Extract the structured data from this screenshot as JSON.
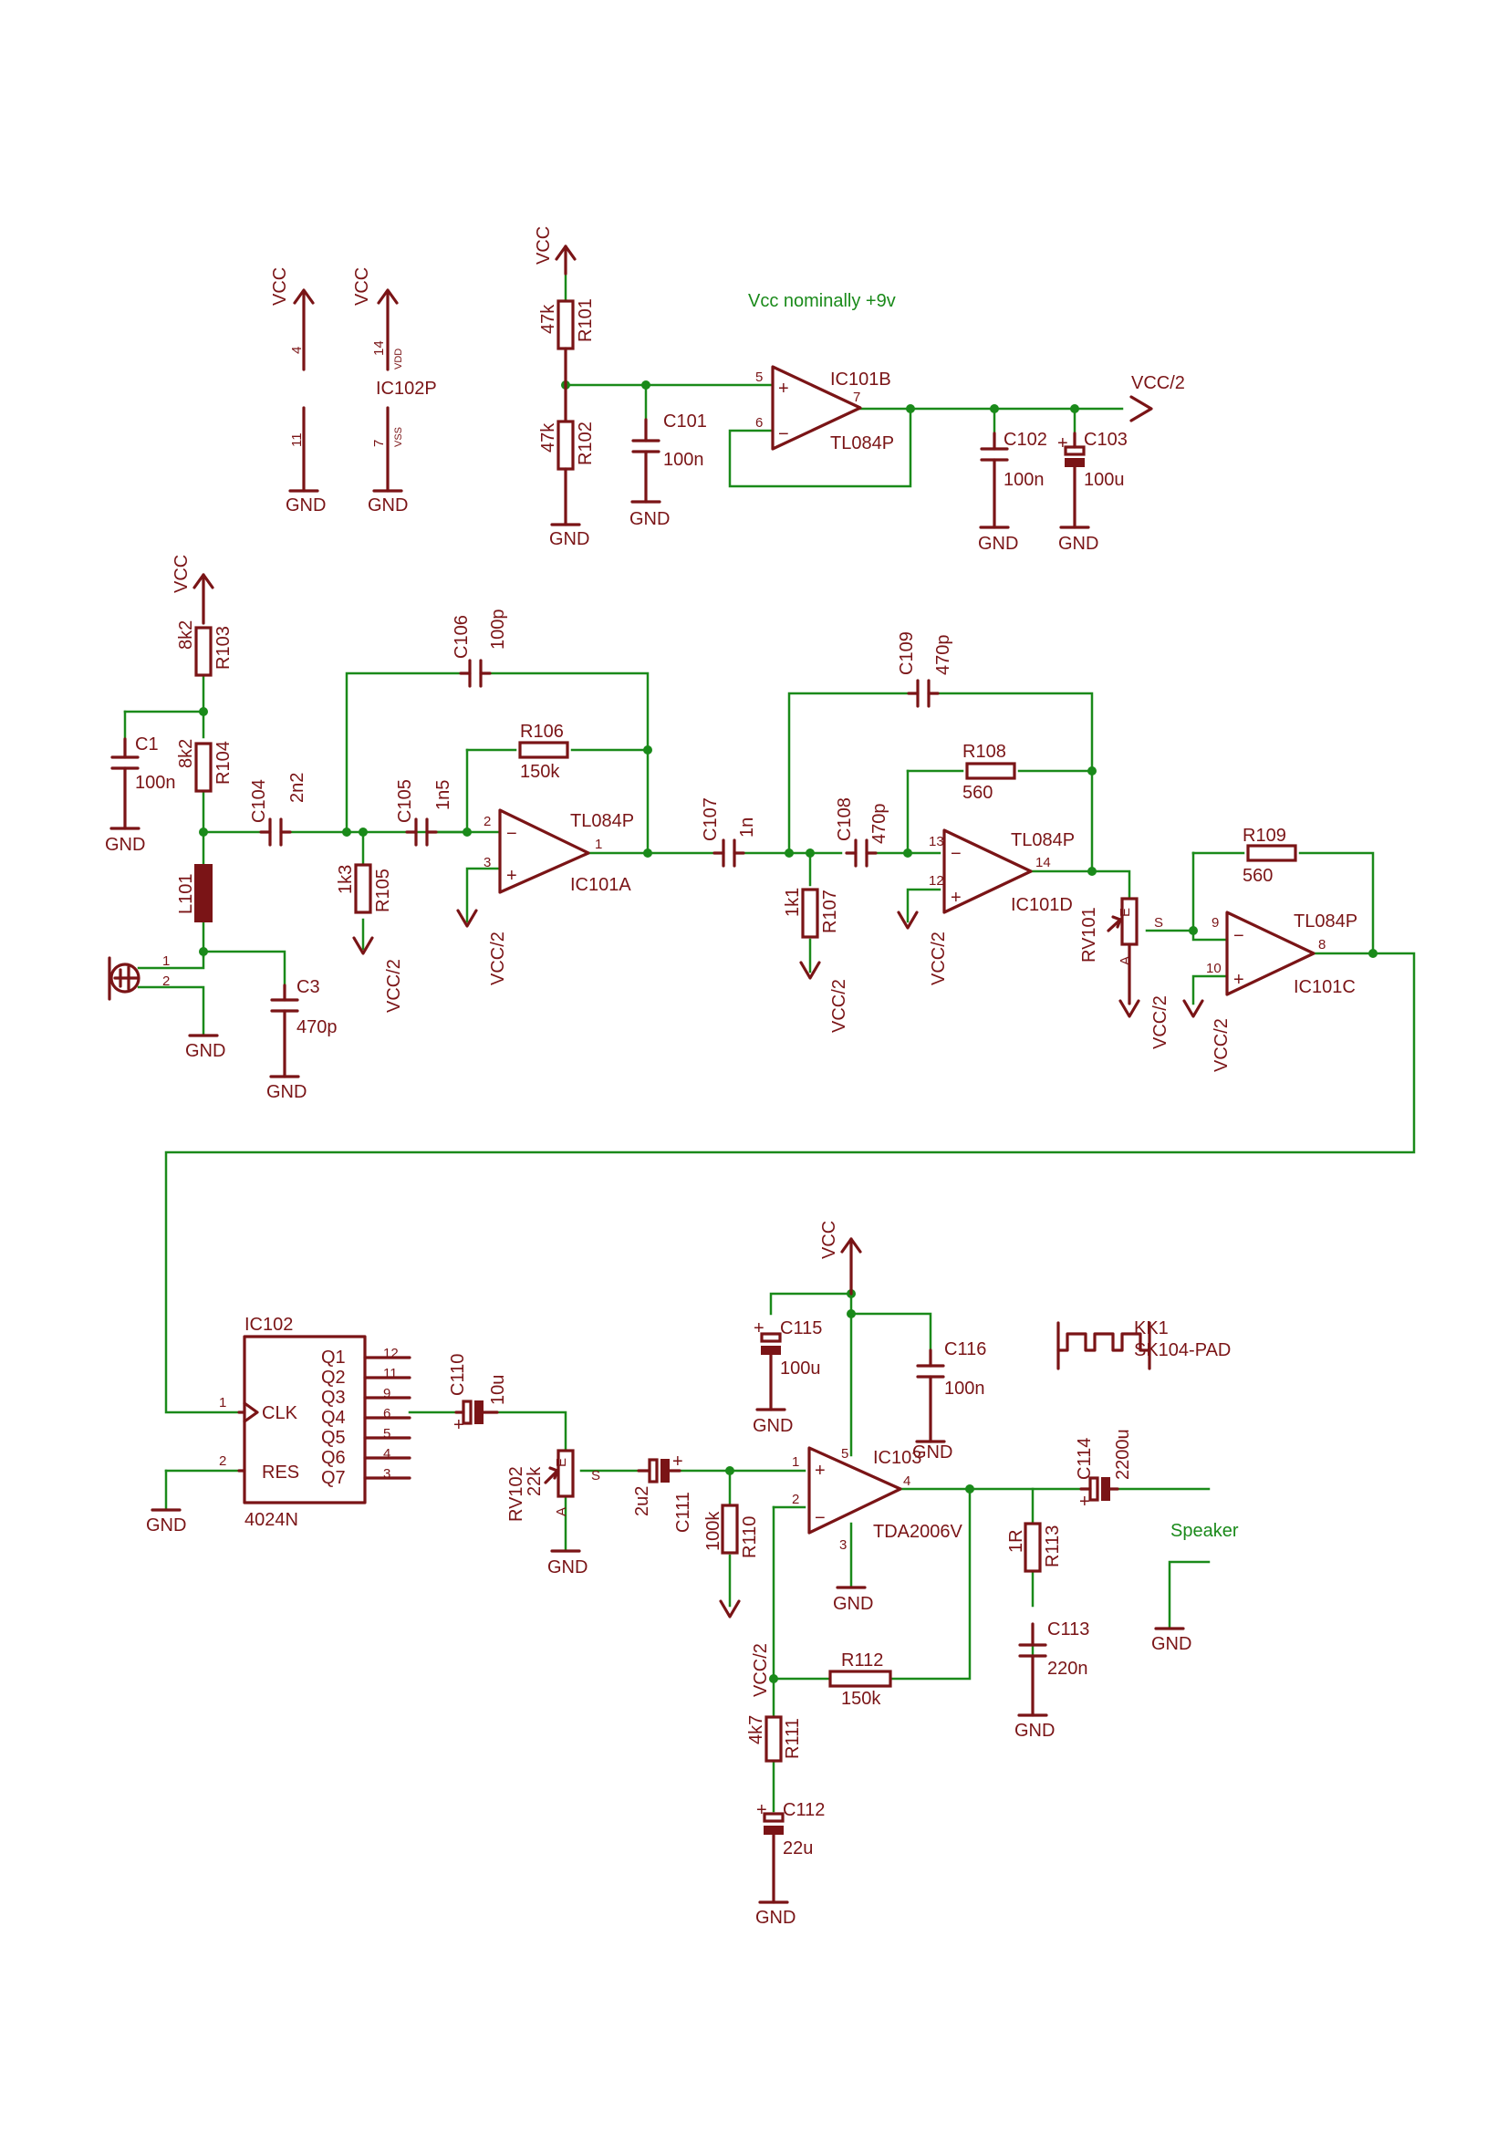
{
  "notes": {
    "vcc": "Vcc nominally +9v",
    "speaker": "Speaker"
  },
  "net": {
    "vcc": "VCC",
    "gnd": "GND",
    "half": "VCC/2",
    "vdd": "VDD",
    "vss": "VSS"
  },
  "ic102p": {
    "name": "IC102P",
    "p4": "4",
    "p11": "11",
    "p14": "14",
    "p7": "7"
  },
  "ic101b": {
    "name": "IC101B",
    "part": "TL084P",
    "p5": "5",
    "p6": "6",
    "p7": "7"
  },
  "ic101a": {
    "name": "IC101A",
    "part": "TL084P",
    "p2": "2",
    "p3": "3",
    "p1": "1"
  },
  "ic101d": {
    "name": "IC101D",
    "part": "TL084P",
    "p13": "13",
    "p12": "12",
    "p14": "14"
  },
  "ic101c": {
    "name": "IC101C",
    "part": "TL084P",
    "p9": "9",
    "p10": "10",
    "p8": "8"
  },
  "ic103": {
    "name": "IC103",
    "part": "TDA2006V",
    "p1": "1",
    "p2": "2",
    "p3": "3",
    "p4": "4",
    "p5": "5"
  },
  "ic102": {
    "name": "IC102",
    "part": "4024N",
    "clk": "CLK",
    "res": "RES",
    "p1": "1",
    "p2": "2",
    "outs": [
      {
        "q": "Q1",
        "p": "12"
      },
      {
        "q": "Q2",
        "p": "11"
      },
      {
        "q": "Q3",
        "p": "9"
      },
      {
        "q": "Q4",
        "p": "6"
      },
      {
        "q": "Q5",
        "p": "5"
      },
      {
        "q": "Q6",
        "p": "4"
      },
      {
        "q": "Q7",
        "p": "3"
      }
    ]
  },
  "r101": {
    "n": "R101",
    "v": "47k"
  },
  "r102": {
    "n": "R102",
    "v": "47k"
  },
  "r103": {
    "n": "R103",
    "v": "8k2"
  },
  "r104": {
    "n": "R104",
    "v": "8k2"
  },
  "r105": {
    "n": "R105",
    "v": "1k3"
  },
  "r106": {
    "n": "R106",
    "v": "150k"
  },
  "r107": {
    "n": "R107",
    "v": "1k1"
  },
  "r108": {
    "n": "R108",
    "v": "560"
  },
  "r109": {
    "n": "R109",
    "v": "560"
  },
  "r110": {
    "n": "R110",
    "v": "100k"
  },
  "r111": {
    "n": "R111",
    "v": "4k7"
  },
  "r112": {
    "n": "R112",
    "v": "150k"
  },
  "r113": {
    "n": "R113",
    "v": "1R"
  },
  "c1": {
    "n": "C1",
    "v": "100n"
  },
  "c3": {
    "n": "C3",
    "v": "470p"
  },
  "c101": {
    "n": "C101",
    "v": "100n"
  },
  "c102": {
    "n": "C102",
    "v": "100n"
  },
  "c103": {
    "n": "C103",
    "v": "100u"
  },
  "c104": {
    "n": "C104",
    "v": "2n2"
  },
  "c105": {
    "n": "C105",
    "v": "1n5"
  },
  "c106": {
    "n": "C106",
    "v": "100p"
  },
  "c107": {
    "n": "C107",
    "v": "1n"
  },
  "c108": {
    "n": "C108",
    "v": "470p"
  },
  "c109": {
    "n": "C109",
    "v": "470p"
  },
  "c110": {
    "n": "C110",
    "v": "10u"
  },
  "c111": {
    "n": "C111",
    "v": "2u2"
  },
  "c112": {
    "n": "C112",
    "v": "22u"
  },
  "c113": {
    "n": "C113",
    "v": "220n"
  },
  "c114": {
    "n": "C114",
    "v": "2200u"
  },
  "c115": {
    "n": "C115",
    "v": "100u"
  },
  "c116": {
    "n": "C116",
    "v": "100n"
  },
  "l101": {
    "n": "L101"
  },
  "rv101": {
    "n": "RV101"
  },
  "rv102": {
    "n": "RV102",
    "v": "22k"
  },
  "pot": {
    "a": "A",
    "e": "E",
    "s": "S"
  },
  "kk1": {
    "n": "KK1",
    "v": "SK104-PAD"
  },
  "mic": {
    "p1": "1",
    "p2": "2"
  },
  "pol": {
    "plus": "+",
    "minus": "−"
  }
}
